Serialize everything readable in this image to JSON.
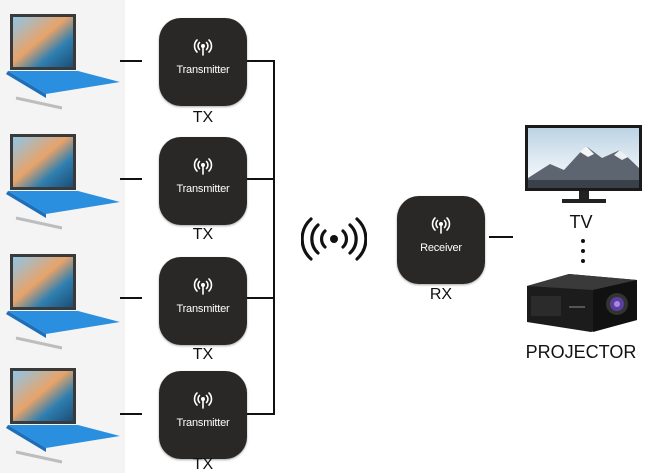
{
  "transmitters": [
    {
      "device_label": "Transmitter",
      "caption": "TX"
    },
    {
      "device_label": "Transmitter",
      "caption": "TX"
    },
    {
      "device_label": "Transmitter",
      "caption": "TX"
    },
    {
      "device_label": "Transmitter",
      "caption": "TX"
    }
  ],
  "receiver": {
    "device_label": "Receiver",
    "caption": "RX"
  },
  "outputs": {
    "tv_label": "TV",
    "projector_label": "PROJECTOR"
  },
  "colors": {
    "device_body": "#2a2826",
    "laptop_keyboard": "#2b8fe0",
    "line": "#111111"
  },
  "icons": {
    "antenna": "wireless-antenna-icon",
    "broadcast": "wireless-signal-icon"
  }
}
